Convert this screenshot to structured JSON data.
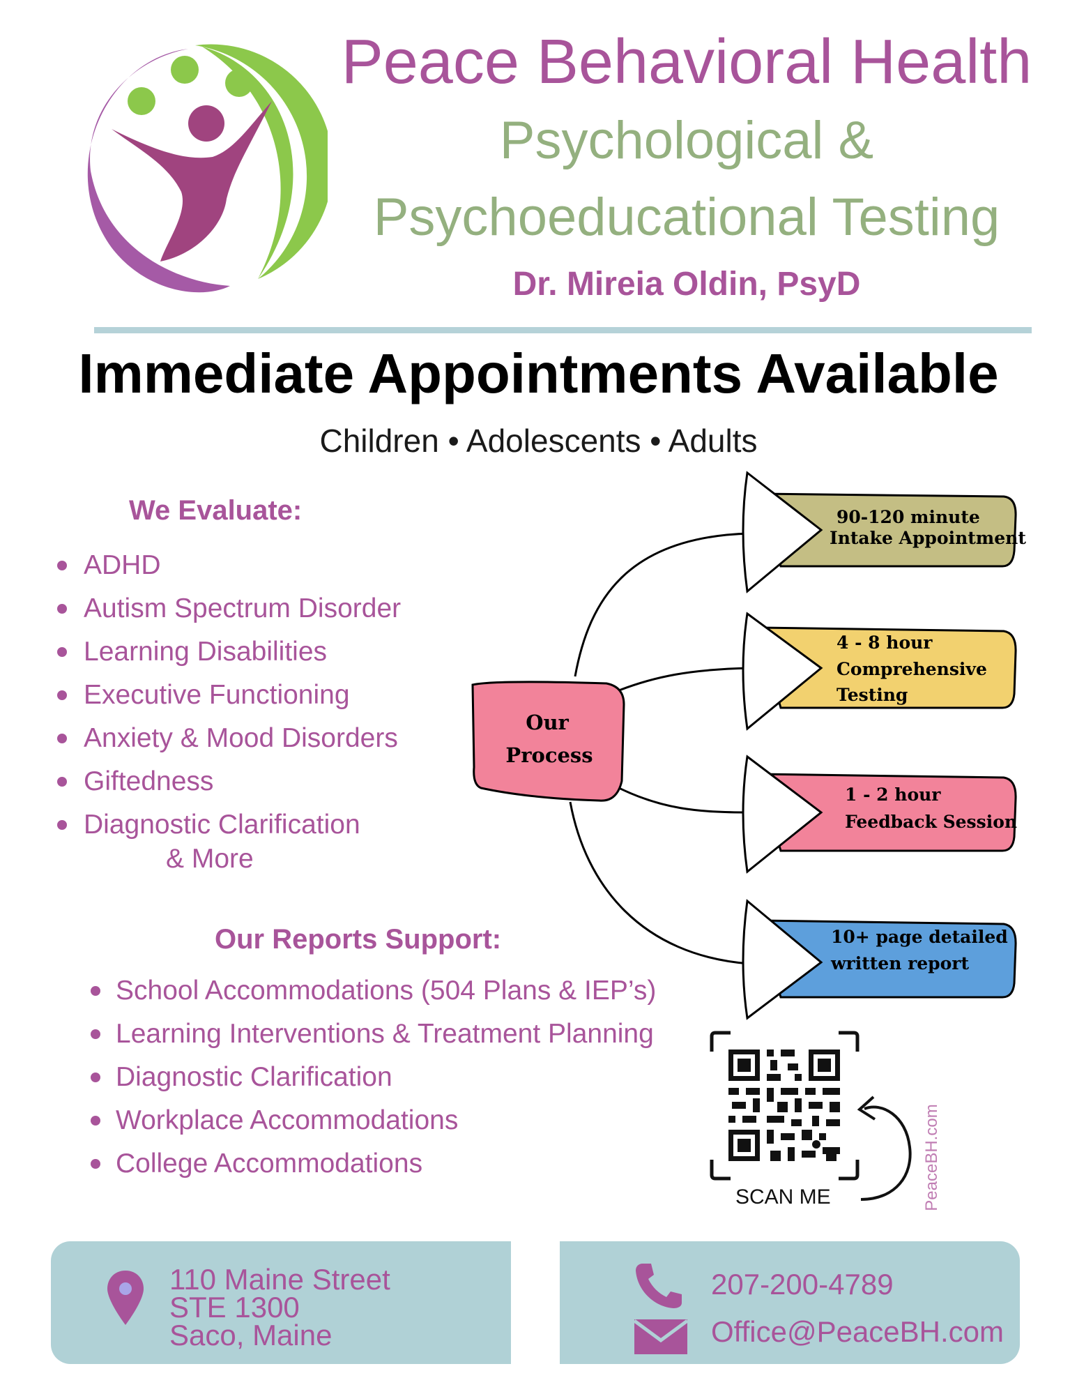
{
  "brand": {
    "title": "Peace Behavioral Health",
    "subtitle_line1": "Psychological &",
    "subtitle_line2": "Psychoeducational Testing",
    "doctor": "Dr. Mireia Oldin, PsyD"
  },
  "headline": "Immediate Appointments Available",
  "audience": "Children • Adolescents • Adults",
  "evaluate": {
    "heading": "We Evaluate:",
    "items": [
      "ADHD",
      "Autism Spectrum Disorder",
      "Learning Disabilities",
      "Executive Functioning",
      "Anxiety & Mood Disorders",
      "Giftedness",
      "Diagnostic Clarification"
    ],
    "more": "& More"
  },
  "reports": {
    "heading": "Our Reports Support:",
    "items": [
      "School Accommodations (504 Plans & IEP’s)",
      "Learning Interventions & Treatment Planning",
      "Diagnostic Clarification",
      "Workplace Accommodations",
      "College Accommodations"
    ]
  },
  "process": {
    "center_line1": "Our",
    "center_line2": "Process",
    "steps": [
      {
        "line1": "90-120 minute",
        "line2": "Intake Appointment",
        "line3": "",
        "color": "#c4be84"
      },
      {
        "line1": "4 - 8 hour",
        "line2": "Comprehensive",
        "line3": "Testing",
        "color": "#f2d16f"
      },
      {
        "line1": "1 - 2 hour",
        "line2": "Feedback Session",
        "line3": "",
        "color": "#f2839a"
      },
      {
        "line1": "10+ page detailed",
        "line2": "written report",
        "line3": "",
        "color": "#5d9fdc"
      }
    ],
    "center_color": "#f2839a"
  },
  "qr": {
    "label": "SCAN ME",
    "site": "PeaceBH.com"
  },
  "footer": {
    "address_line1": "110 Maine Street",
    "address_line2": "STE 1300",
    "address_line3": "Saco, Maine",
    "phone": "207-200-4789",
    "email": "Office@PeaceBH.com"
  },
  "colors": {
    "brand_purple": "#a8549a",
    "brand_green": "#94b07f",
    "footer_bg": "#b0d1d6",
    "rule": "#b5d2d8"
  }
}
